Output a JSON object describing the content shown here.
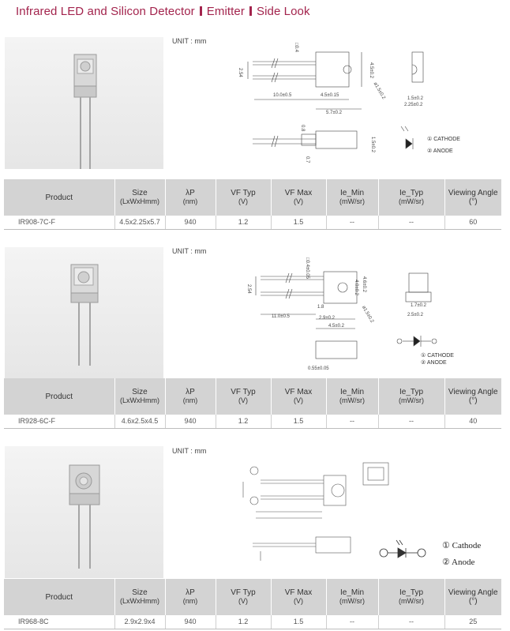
{
  "title": {
    "part1": "Infrared LED and Silicon Detector",
    "part2": "Emitter",
    "part3": "Side Look"
  },
  "table_headers": {
    "product": "Product",
    "size": "Size",
    "size_unit": "(LxWxHmm)",
    "wavelength": "λP",
    "wavelength_unit": "(nm)",
    "vf_typ": "VF Typ",
    "vf_typ_unit": "(V)",
    "vf_max": "VF Max",
    "vf_max_unit": "(V)",
    "ie_min": "Ie_Min",
    "ie_min_unit": "(mW/sr)",
    "ie_typ": "Ie_Typ",
    "ie_typ_unit": "(mW/sr)",
    "viewing_angle": "Viewing Angle (°)"
  },
  "sections": [
    {
      "unit": "UNIT : mm",
      "labels": {
        "cathode": "① CATHODE",
        "anode": "② ANODE"
      },
      "dims": [
        "10.0±0.5",
        "4.5±0.15",
        "5.7±0.2",
        "2.54",
        "4.5±0.2",
        "1.5±0.2",
        "2.25±0.2",
        "0.8",
        "0.7",
        "1.5±0.2",
        "ø1.5±0.2",
        "□0.4"
      ],
      "row": {
        "product": "IR908-7C-F",
        "size": "4.5x2.25x5.7",
        "wavelength": "940",
        "vf_typ": "1.2",
        "vf_max": "1.5",
        "ie_min": "--",
        "ie_typ": "--",
        "viewing_angle": "60"
      }
    },
    {
      "unit": "UNIT : mm",
      "labels": {
        "cathode": "① CATHODE",
        "anode": "② ANODE"
      },
      "dims": [
        "11.0±0.5",
        "2.54",
        "1.8",
        "2.9±0.2",
        "4.5±0.2",
        "4.6±0.2",
        "4.0±0.2",
        "ø1.5±0.2",
        "□0.4±0.05",
        "0.55±0.05",
        "1.7±0.2",
        "2.5±0.2"
      ],
      "row": {
        "product": "IR928-6C-F",
        "size": "4.6x2.5x4.5",
        "wavelength": "940",
        "vf_typ": "1.2",
        "vf_max": "1.5",
        "ie_min": "--",
        "ie_typ": "--",
        "viewing_angle": "40"
      }
    },
    {
      "unit": "UNIT : mm",
      "labels": {
        "cathode": "① Cathode",
        "anode": "② Anode"
      },
      "row": {
        "product": "IR968-8C",
        "size": "2.9x2.9x4",
        "wavelength": "940",
        "vf_typ": "1.2",
        "vf_max": "1.5",
        "ie_min": "--",
        "ie_typ": "--",
        "viewing_angle": "25"
      }
    }
  ]
}
